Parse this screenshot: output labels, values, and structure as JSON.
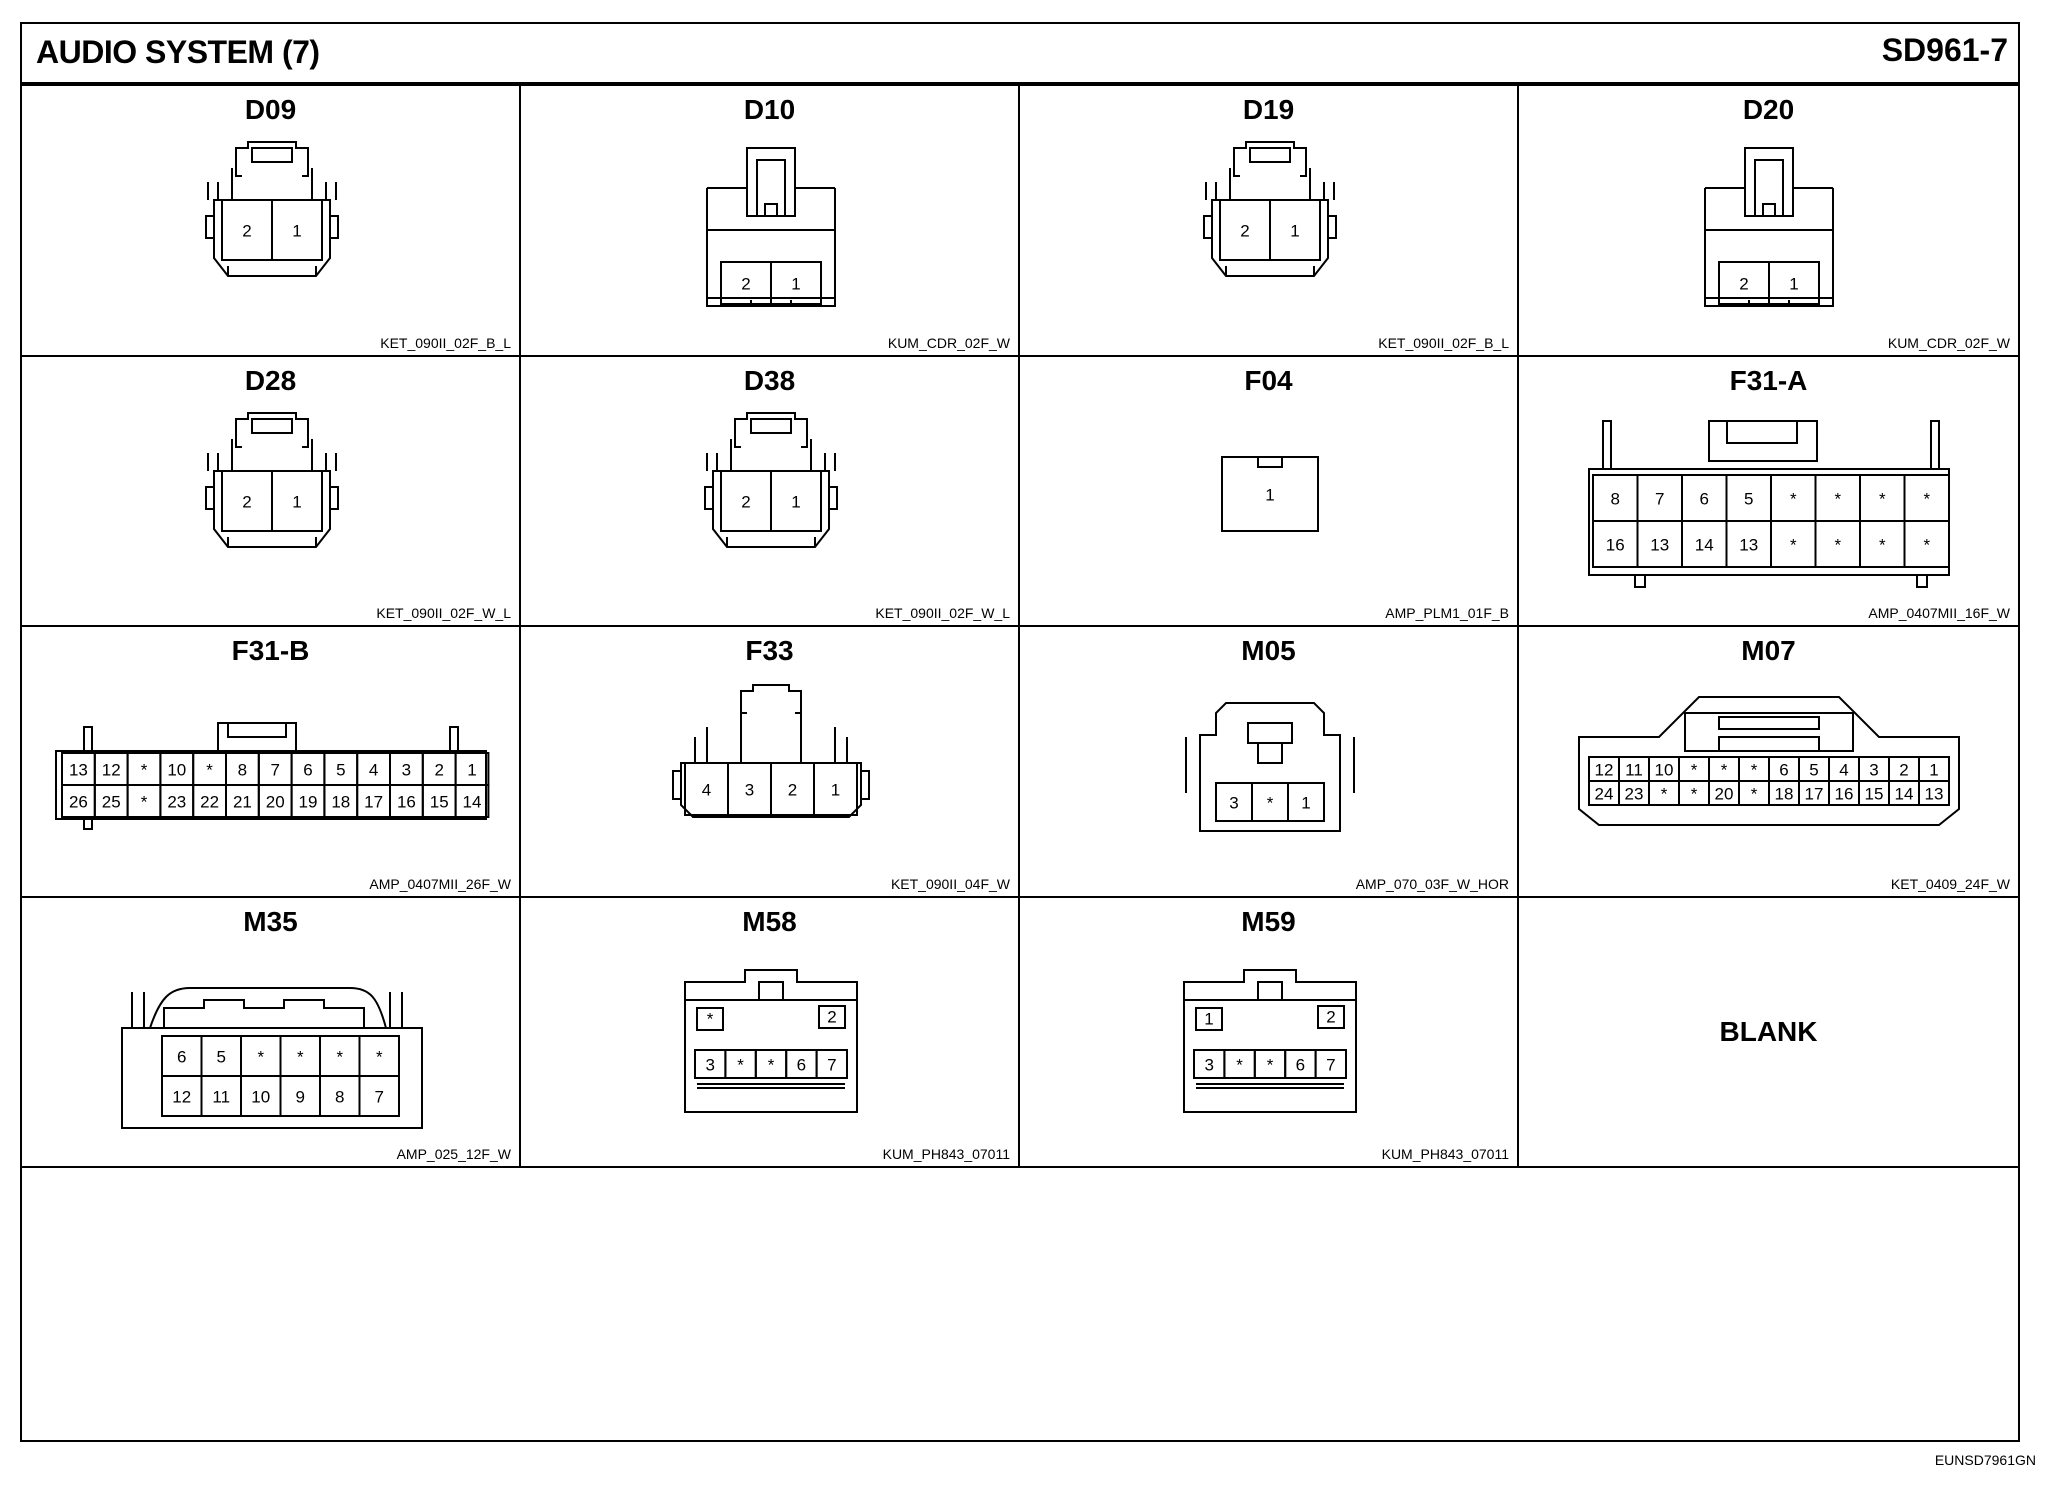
{
  "header": {
    "title": "AUDIO SYSTEM (7)",
    "code": "SD961-7"
  },
  "footer": {
    "code": "EUNSD7961GN"
  },
  "connectors": [
    {
      "name": "D09",
      "part": "KET_090II_02F_B_L",
      "pins": [
        "2",
        "1"
      ]
    },
    {
      "name": "D10",
      "part": "KUM_CDR_02F_W",
      "pins": [
        "2",
        "1"
      ]
    },
    {
      "name": "D19",
      "part": "KET_090II_02F_B_L",
      "pins": [
        "2",
        "1"
      ]
    },
    {
      "name": "D20",
      "part": "KUM_CDR_02F_W",
      "pins": [
        "2",
        "1"
      ]
    },
    {
      "name": "D28",
      "part": "KET_090II_02F_W_L",
      "pins": [
        "2",
        "1"
      ]
    },
    {
      "name": "D38",
      "part": "KET_090II_02F_W_L",
      "pins": [
        "2",
        "1"
      ]
    },
    {
      "name": "F04",
      "part": "AMP_PLM1_01F_B",
      "pins": [
        "1"
      ]
    },
    {
      "name": "F31-A",
      "part": "AMP_0407MII_16F_W",
      "rows": [
        [
          "8",
          "7",
          "6",
          "5",
          "*",
          "*",
          "*",
          "*"
        ],
        [
          "16",
          "13",
          "14",
          "13",
          "*",
          "*",
          "*",
          "*"
        ]
      ]
    },
    {
      "name": "F31-B",
      "part": "AMP_0407MII_26F_W",
      "rows": [
        [
          "13",
          "12",
          "*",
          "10",
          "*",
          "8",
          "7",
          "6",
          "5",
          "4",
          "3",
          "2",
          "1"
        ],
        [
          "26",
          "25",
          "*",
          "23",
          "22",
          "21",
          "20",
          "19",
          "18",
          "17",
          "16",
          "15",
          "14"
        ]
      ]
    },
    {
      "name": "F33",
      "part": "KET_090II_04F_W",
      "pins": [
        "4",
        "3",
        "2",
        "1"
      ]
    },
    {
      "name": "M05",
      "part": "AMP_070_03F_W_HOR",
      "pins": [
        "3",
        "*",
        "1"
      ]
    },
    {
      "name": "M07",
      "part": "KET_0409_24F_W",
      "rows": [
        [
          "12",
          "11",
          "10",
          "*",
          "*",
          "*",
          "6",
          "5",
          "4",
          "3",
          "2",
          "1"
        ],
        [
          "24",
          "23",
          "*",
          "*",
          "20",
          "*",
          "18",
          "17",
          "16",
          "15",
          "14",
          "13"
        ]
      ]
    },
    {
      "name": "M35",
      "part": "AMP_025_12F_W",
      "rows": [
        [
          "6",
          "5",
          "*",
          "*",
          "*",
          "*"
        ],
        [
          "12",
          "11",
          "10",
          "9",
          "8",
          "7"
        ]
      ]
    },
    {
      "name": "M58",
      "part": "KUM_PH843_07011",
      "top": [
        "*",
        "2"
      ],
      "bottom": [
        "3",
        "*",
        "*",
        "6",
        "7"
      ]
    },
    {
      "name": "M59",
      "part": "KUM_PH843_07011",
      "top": [
        "1",
        "2"
      ],
      "bottom": [
        "3",
        "*",
        "*",
        "6",
        "7"
      ]
    },
    {
      "name": "",
      "part": "",
      "blank": "BLANK"
    }
  ]
}
